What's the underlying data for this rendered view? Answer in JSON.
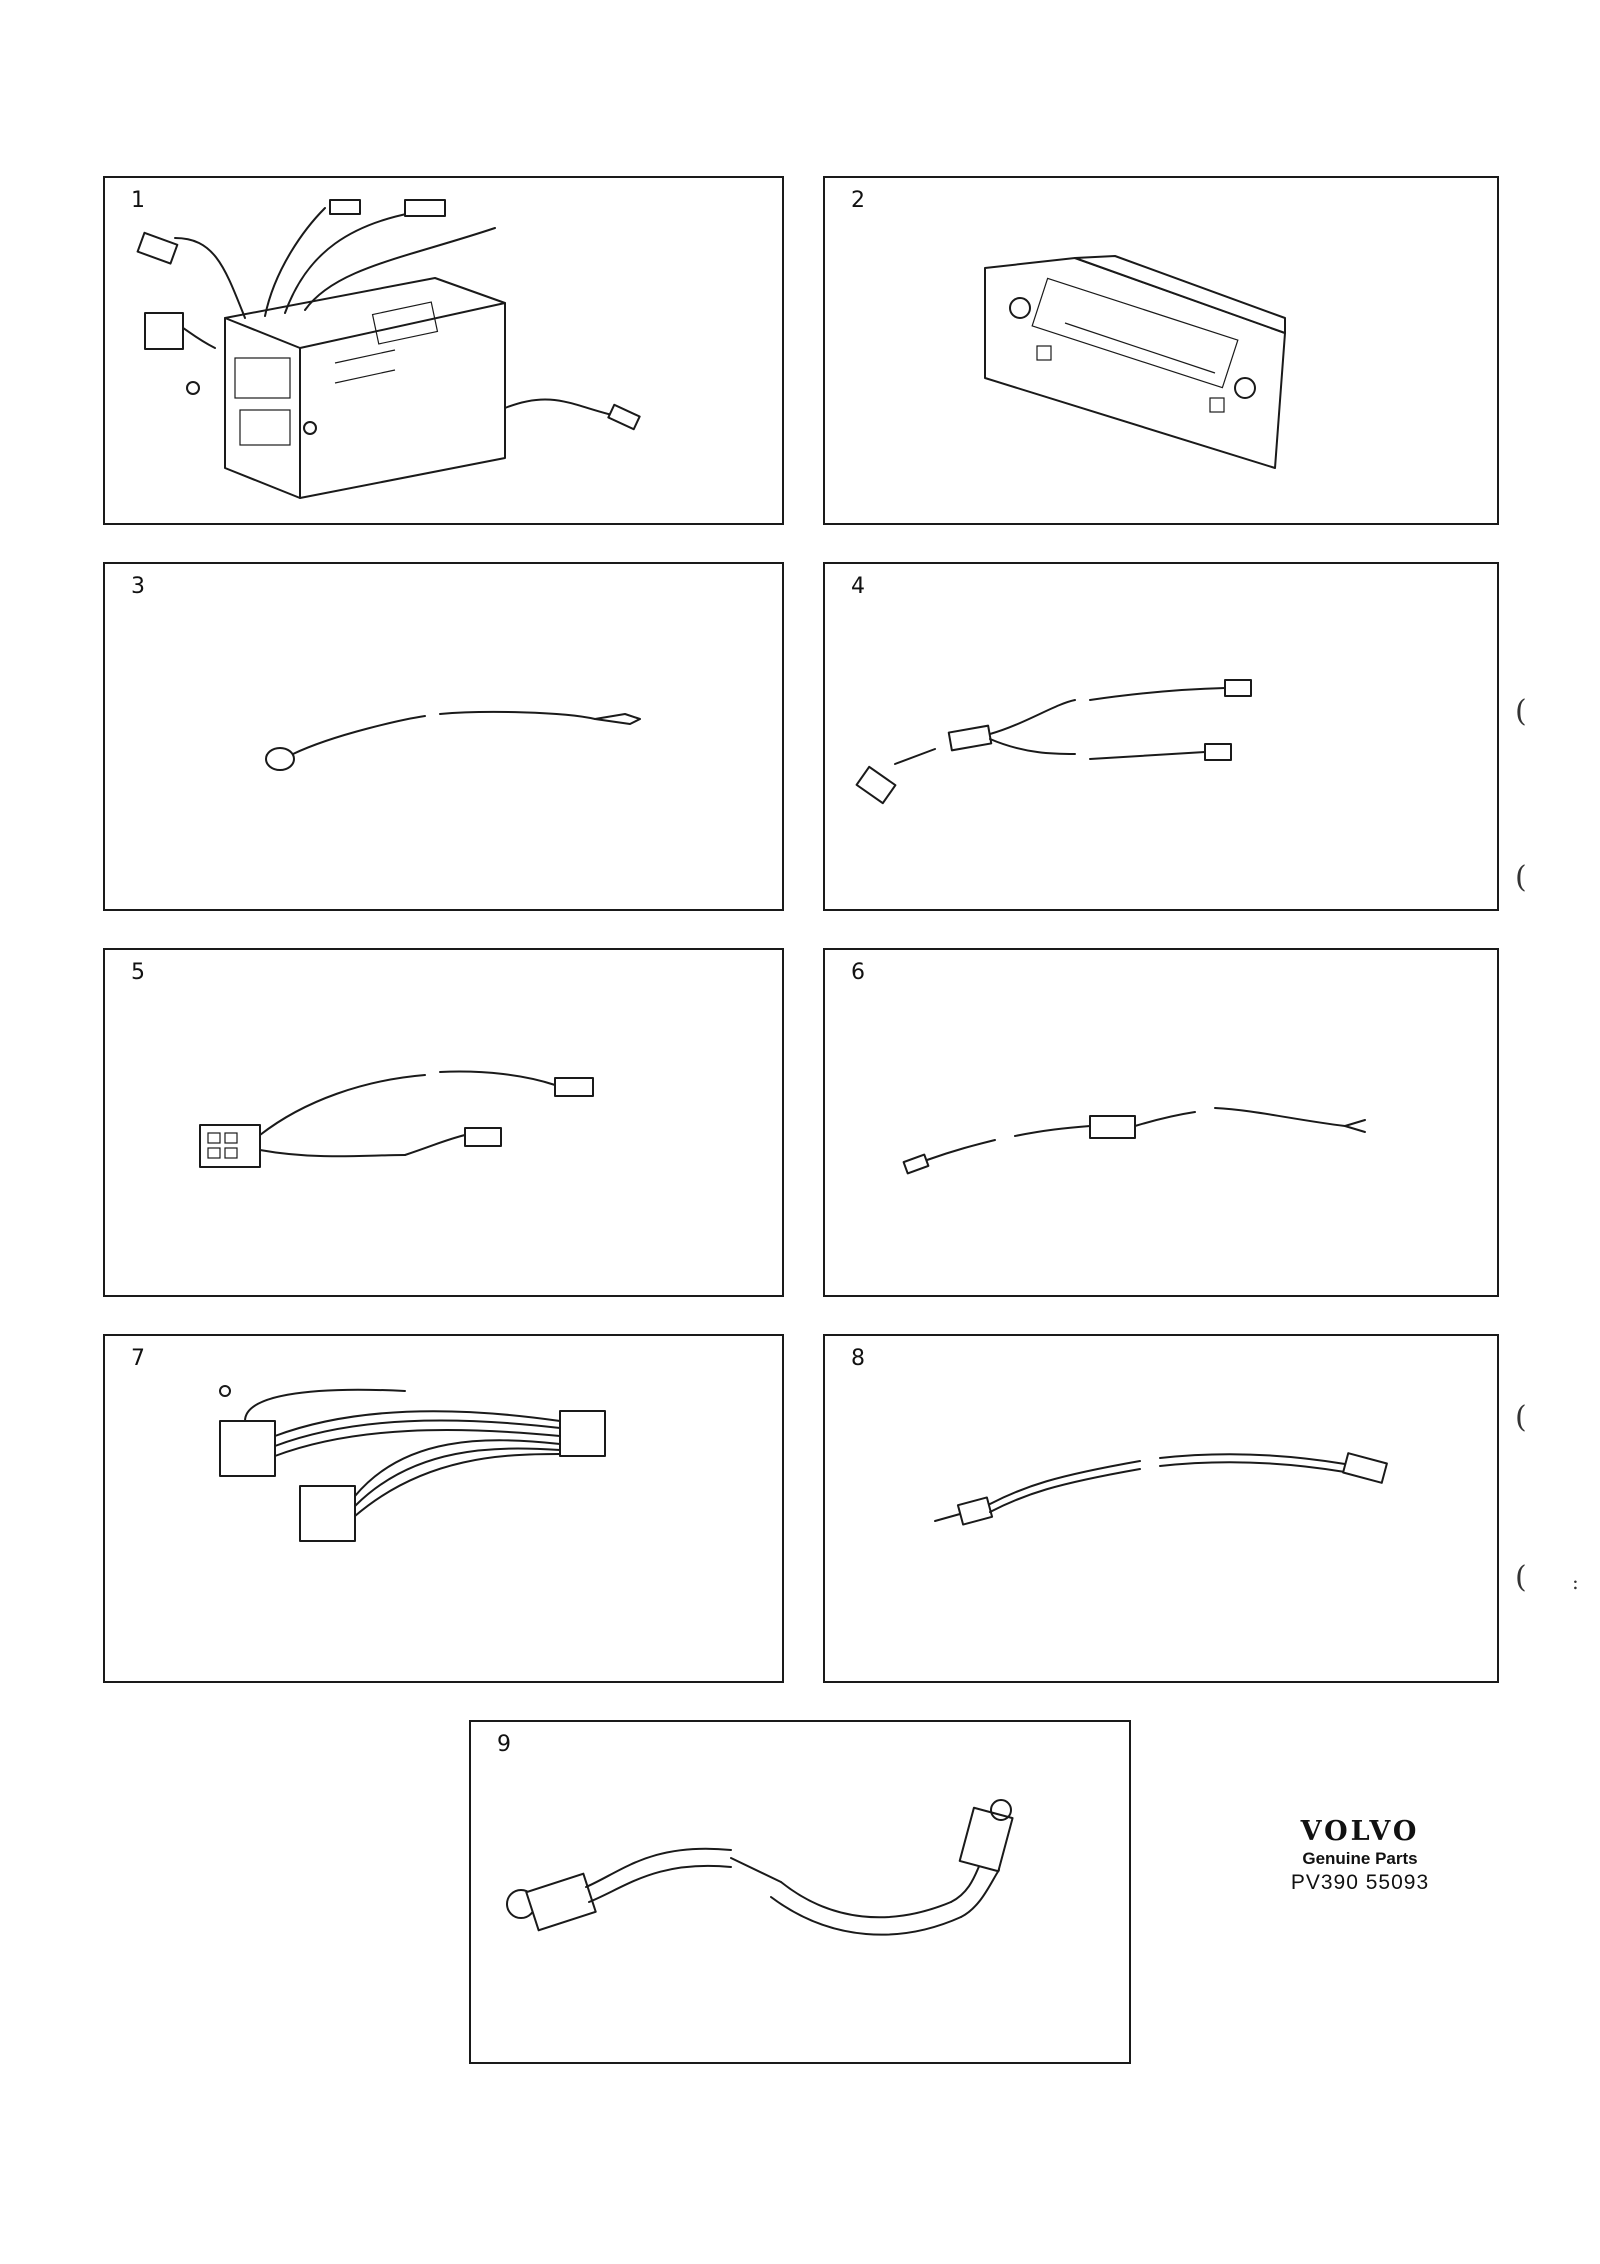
{
  "panels": [
    {
      "id": "1",
      "label": "1",
      "icon": "radio-unit-with-harness"
    },
    {
      "id": "2",
      "label": "2",
      "icon": "radio-front-panel"
    },
    {
      "id": "3",
      "label": "3",
      "icon": "ground-cable"
    },
    {
      "id": "4",
      "label": "4",
      "icon": "y-antenna-adapter"
    },
    {
      "id": "5",
      "label": "5",
      "icon": "speaker-y-harness"
    },
    {
      "id": "6",
      "label": "6",
      "icon": "fused-power-lead"
    },
    {
      "id": "7",
      "label": "7",
      "icon": "iso-wiring-harness"
    },
    {
      "id": "8",
      "label": "8",
      "icon": "antenna-extension-cable"
    },
    {
      "id": "9",
      "label": "9",
      "icon": "din-cable"
    }
  ],
  "logo": {
    "brand": "VOLVO",
    "subtitle": "Genuine Parts",
    "code": "PV390 55093"
  },
  "margin_marks": [
    "(",
    "(",
    "(",
    "(",
    ":"
  ],
  "colors": {
    "ink": "#1a1a1a",
    "paper": "#ffffff"
  }
}
